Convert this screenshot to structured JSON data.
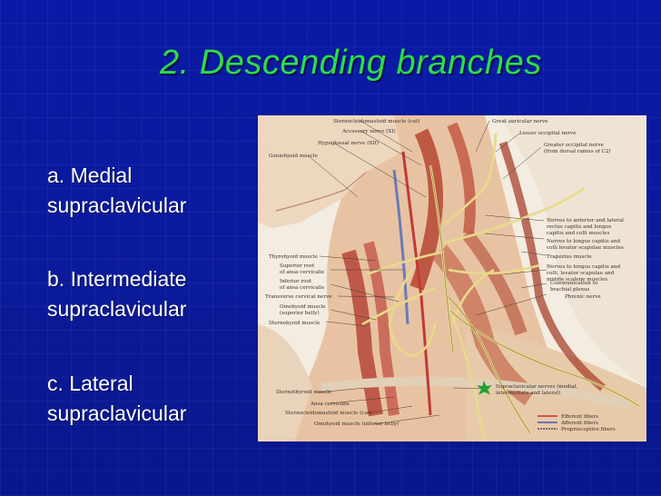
{
  "slide": {
    "title": "2.  Descending branches",
    "items": [
      {
        "line1": "a.  Medial",
        "line2": "supraclavicular"
      },
      {
        "line1": "b.  Intermediate",
        "line2": "supraclavicular"
      },
      {
        "line1": "c.  Lateral",
        "line2": "supraclavicular"
      }
    ]
  },
  "figure": {
    "labels": {
      "sternocleidomastoid_cut": "Sternocleidomastoid muscle (cut)",
      "great_auricular": "Great auricular nerve",
      "accessory": "Accessory nerve (XI)",
      "lesser_occipital": "Lesser occipital nerve",
      "hypoglossal": "Hypoglossal nerve (XII)",
      "greater_occipital": "Greater occipital nerve",
      "greater_occipital_2": "(from dorsal ramus of C2)",
      "geniohyoid": "Geniohyoid muscle",
      "nerves_anterior_1": "Nerves to anterior and lateral",
      "nerves_anterior_2": "rectus capitis and longus",
      "nerves_anterior_3": "capitis and colli muscles",
      "nerves_longus_1": "Nerves to longus capitis and",
      "nerves_longus_2": "colli levator scapulae muscles",
      "thyrohyoid": "Thyrohyoid muscle",
      "superior_root_1": "Superior root",
      "superior_root_2": "of ansa cervicalis",
      "trapezius": "Trapezius muscle",
      "inferior_root_1": "Inferior root",
      "inferior_root_2": "of ansa cervicalis",
      "nerves_scalene_1": "Nerves to longus capitis and",
      "nerves_scalene_2": "colli, levator scapulae and",
      "nerves_scalene_3": "middle scalene muscles",
      "transverse_cervical": "Transverse cervical nerve",
      "communication_1": "Communication to",
      "communication_2": "brachial plexus",
      "omohyoid_sup_1": "Omohyoid muscle",
      "omohyoid_sup_2": "(superior belly)",
      "phrenic": "Phrenic nerve",
      "sternohyoid": "Sternohyoid muscle",
      "sternothyroid": "Sternothyroid muscle",
      "ansa_cervicalis": "Ansa cervicalis",
      "supraclavicular_1": "Supraclavicular nerves (medial,",
      "supraclavicular_2": "intermediate and lateral)",
      "scm_cut_bottom": "Sternocleidomastoid muscle (cut)",
      "omohyoid_inf": "Omohyoid muscle (inferior belly)",
      "efferent": "Efferent fibers",
      "afferent": "Afferent fibers",
      "proprioceptive": "Proprioceptive fibers"
    },
    "colors": {
      "efferent": "#c2332b",
      "afferent": "#3a5bb5",
      "proprioceptive": "#4d4d4d",
      "marker": "#1da22b"
    }
  }
}
